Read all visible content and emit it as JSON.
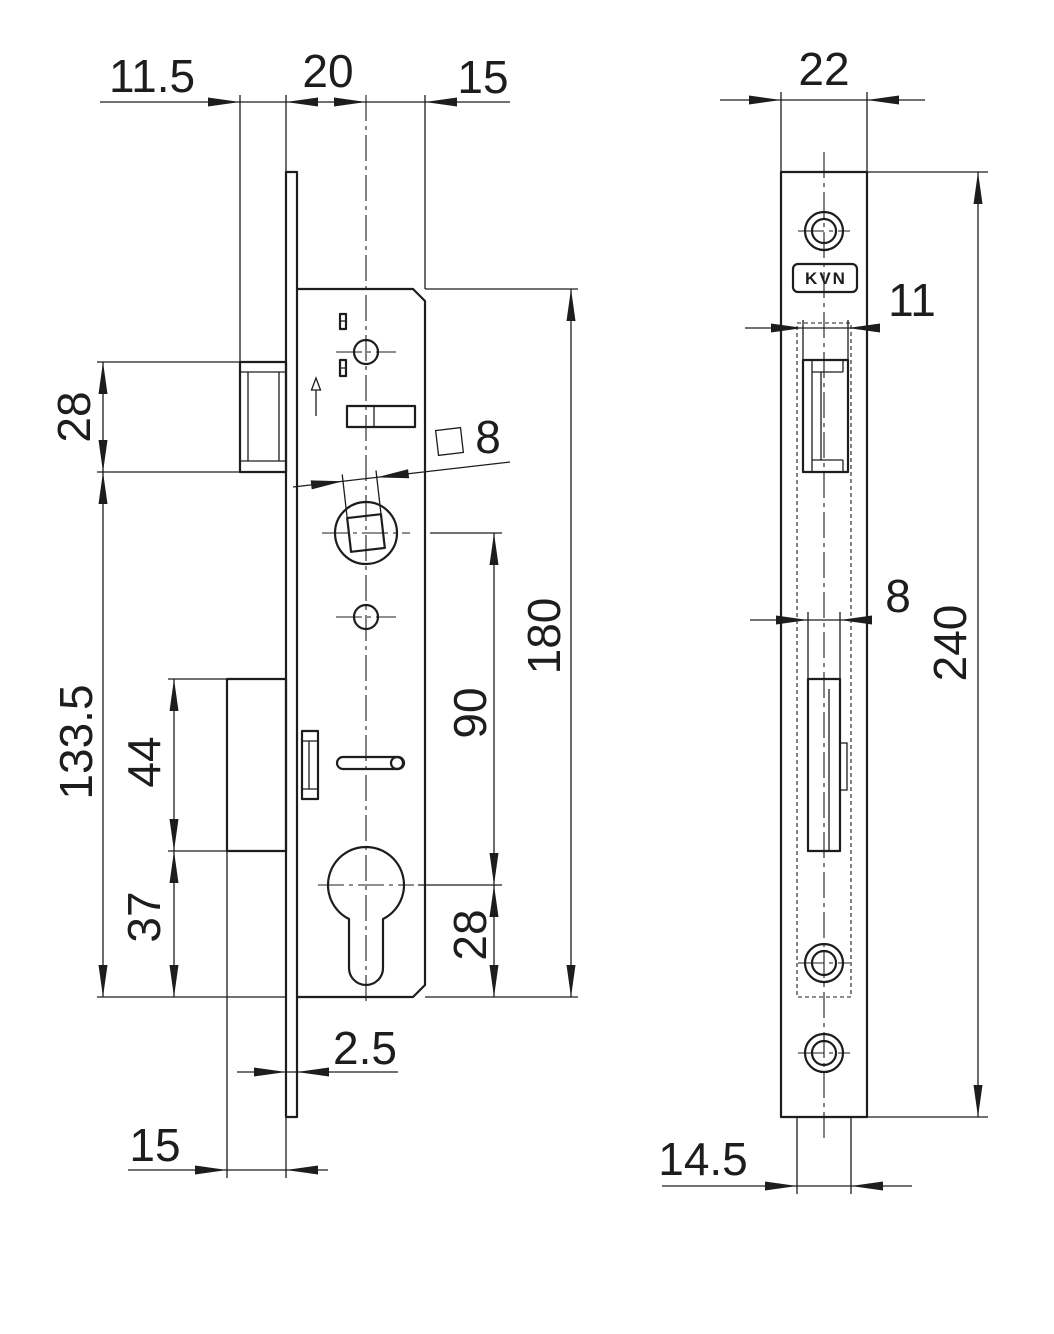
{
  "left_view": {
    "top_dims": [
      "11.5",
      "20",
      "15"
    ],
    "left_dims": [
      "28",
      "133.5"
    ],
    "inner_left_dims": [
      "44",
      "37"
    ],
    "right_dims": [
      "180",
      "90",
      "28"
    ],
    "square_dim": "8",
    "bottom_dims": [
      "2.5",
      "15"
    ]
  },
  "right_view": {
    "logo": "KVN",
    "top_dim": "22",
    "side_dims": [
      "11",
      "8"
    ],
    "height_dim": "240",
    "bottom_dim": "14.5"
  }
}
